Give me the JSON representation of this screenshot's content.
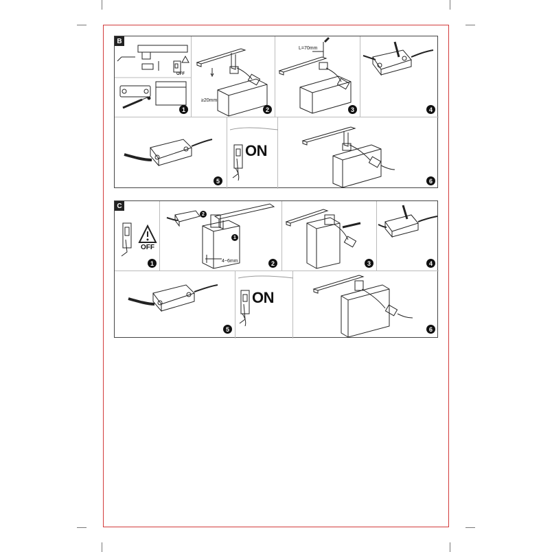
{
  "section_b": {
    "tag": "B",
    "steps": [
      "1",
      "2",
      "3",
      "4",
      "5",
      "6"
    ],
    "off_label": "OFF",
    "dim_gap": "≥20mm",
    "dim_length": "L=70mm",
    "on_label": "ON"
  },
  "section_c": {
    "tag": "C",
    "steps": [
      "1",
      "2",
      "3",
      "4",
      "5",
      "6"
    ],
    "off_label": "OFF",
    "dim_thickness": "4~6mm",
    "on_label": "ON",
    "sub_steps": [
      "1",
      "2"
    ]
  },
  "icons": [
    "warning-icon",
    "light-switch-icon",
    "screwdriver-icon",
    "junction-box-icon",
    "lamp-fixture-icon",
    "mirror-cabinet-icon"
  ],
  "colors": {
    "frame": "#d23a3a",
    "line": "#222222"
  }
}
